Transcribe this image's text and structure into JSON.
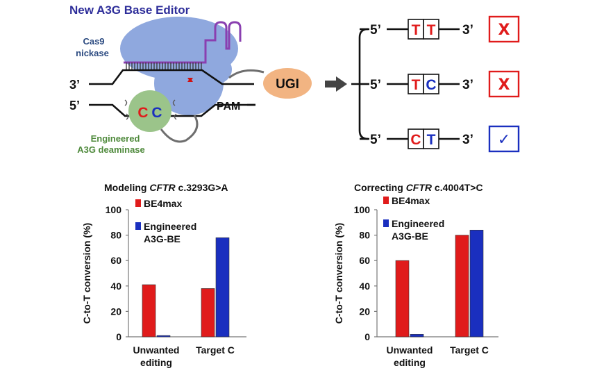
{
  "diagram": {
    "title": "New A3G Base Editor",
    "cas9_line1": "Cas9",
    "cas9_line2": "nickase",
    "strand_top_label": "3’",
    "strand_bottom_label": "5’",
    "pam_label": "PAM",
    "ugi_label": "UGI",
    "target_c1": "C",
    "target_c2": "C",
    "deaminase_line1": "Engineered",
    "deaminase_line2": "A3G deaminase",
    "colors": {
      "title": "#2e2e9a",
      "cas9_fill": "#8fa8de",
      "cas9_text": "#2b4a80",
      "rna": "#8a3fb0",
      "nick": "#d01010",
      "ugi_fill": "#f2b482",
      "deaminase_fill": "#9bc48a",
      "deaminase_text": "#4f8a3c",
      "red": "#e01b1b",
      "blue": "#1a2fbf"
    }
  },
  "outcomes": [
    {
      "five": "5’",
      "three": "3’",
      "b1": "T",
      "b2": "T",
      "b1_color": "red",
      "b2_color": "red",
      "mark": "X",
      "mark_color": "red"
    },
    {
      "five": "5’",
      "three": "3’",
      "b1": "T",
      "b2": "C",
      "b1_color": "red",
      "b2_color": "blue",
      "mark": "X",
      "mark_color": "red"
    },
    {
      "five": "5’",
      "three": "3’",
      "b1": "C",
      "b2": "T",
      "b1_color": "red",
      "b2_color": "blue",
      "mark": "✓",
      "mark_color": "blue"
    }
  ],
  "chart_data": [
    {
      "type": "bar",
      "title_prefix": "Modeling ",
      "title_gene": "CFTR",
      "title_suffix": " c.3293G>A",
      "ylabel": "C-to-T conversion (%)",
      "ylim": [
        0,
        100
      ],
      "yticks": [
        0,
        20,
        40,
        60,
        80,
        100
      ],
      "categories": [
        [
          "Unwanted",
          "editing"
        ],
        [
          "Target C"
        ]
      ],
      "series": [
        {
          "name": "BE4max",
          "color": "#e01b1b",
          "values": [
            41,
            38
          ]
        },
        {
          "name": "Engineered A3G-BE",
          "color": "#1a2fbf",
          "values": [
            1,
            78
          ]
        }
      ],
      "legend_placement": "top-left"
    },
    {
      "type": "bar",
      "title_prefix": "Correcting ",
      "title_gene": "CFTR",
      "title_suffix": " c.4004T>C",
      "ylabel": "C-to-T conversion (%)",
      "ylim": [
        0,
        100
      ],
      "yticks": [
        0,
        20,
        40,
        60,
        80,
        100
      ],
      "categories": [
        [
          "Unwanted",
          "editing"
        ],
        [
          "Target C"
        ]
      ],
      "series": [
        {
          "name": "BE4max",
          "color": "#e01b1b",
          "values": [
            60,
            80
          ]
        },
        {
          "name": "Engineered A3G-BE",
          "color": "#1a2fbf",
          "values": [
            2,
            84
          ]
        }
      ],
      "legend_placement": "top-left"
    }
  ]
}
